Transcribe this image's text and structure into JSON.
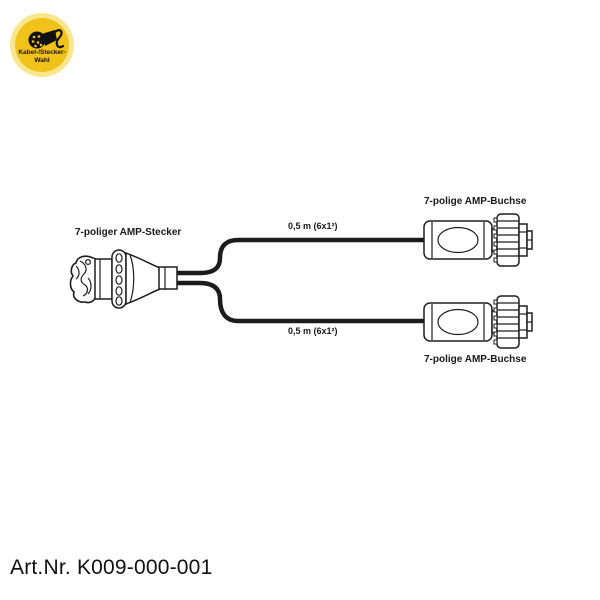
{
  "logo": {
    "name": "Kabel-/Stecker-Wahl",
    "line1": "Kabel-/Stecker-",
    "line2": "Wahl",
    "outer_ring_color": "#f8e78e",
    "badge_color": "#f1c31a",
    "icon": "cable-plug-icon"
  },
  "diagram": {
    "plug_label": "7-poliger AMP-Stecker",
    "socket_top_label": "7-polige AMP-Buchse",
    "socket_bottom_label": "7-polige AMP-Buchse",
    "cable_top_label": "0,5 m (6x1²)",
    "cable_bottom_label": "0,5 m (6x1²)",
    "line_color": "#1e1e1e"
  },
  "footer": {
    "art_nr": "Art.Nr. K009-000-001"
  }
}
